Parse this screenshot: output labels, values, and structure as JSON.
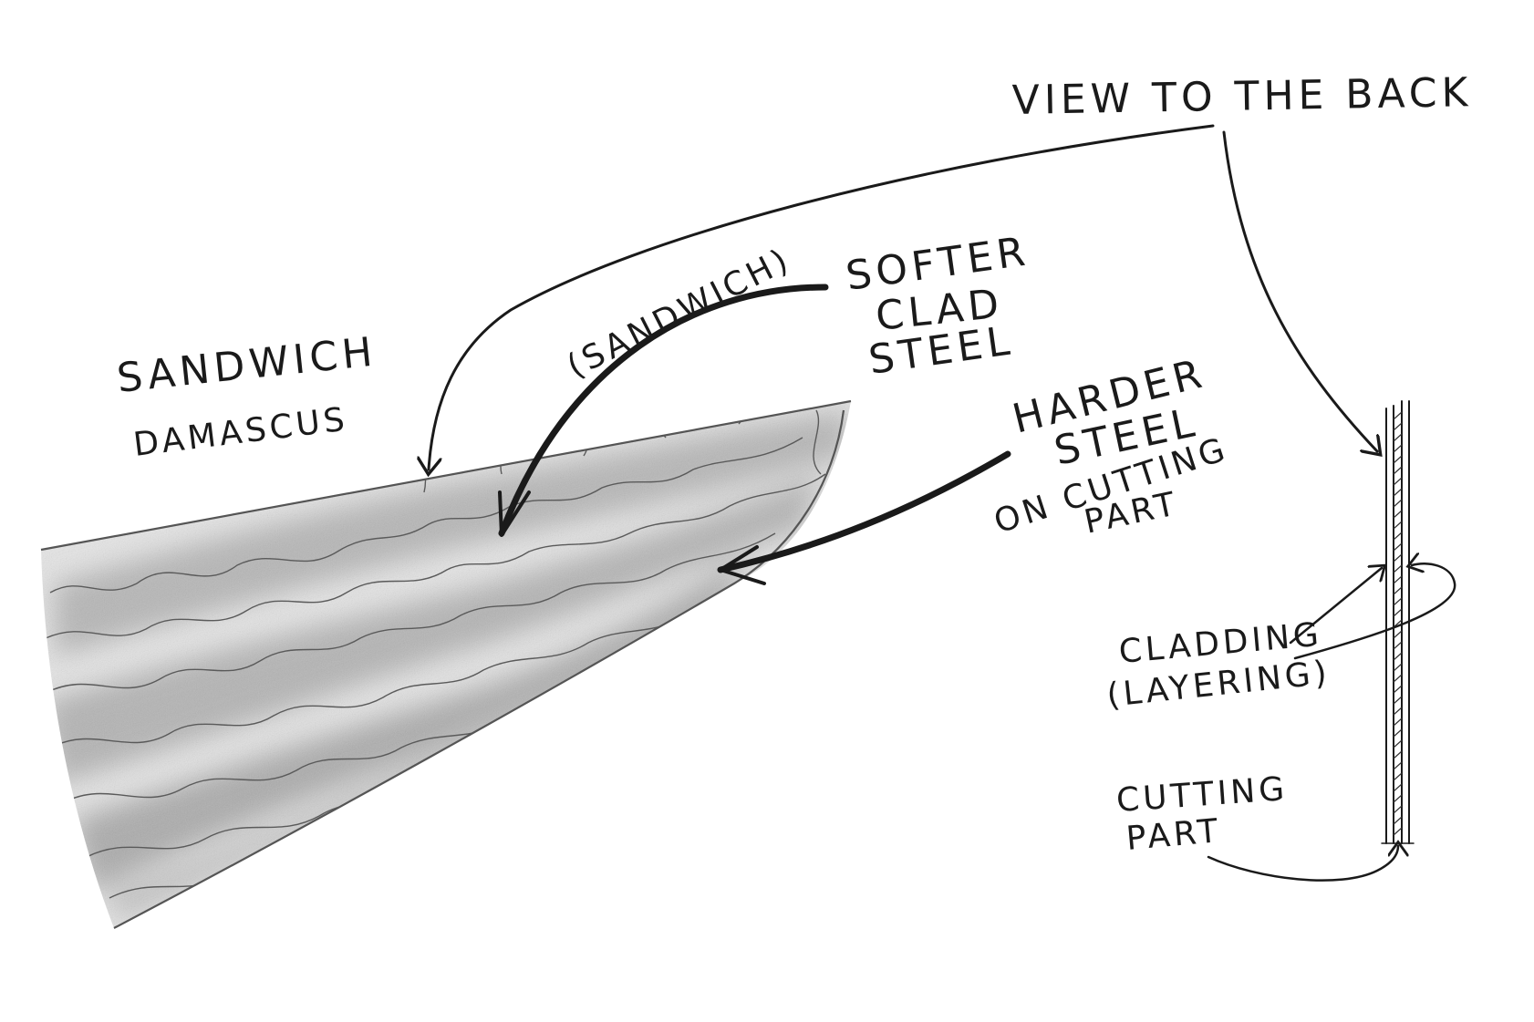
{
  "labels": {
    "sandwich_damascus": [
      "SANDWICH",
      "DAMASCUS"
    ],
    "sandwich_paren": "(SANDWICH)",
    "view_to_the_back": "VIEW TO THE BACK",
    "softer_clad_steel": [
      "SOFTER",
      "CLAD",
      "STEEL"
    ],
    "harder_steel": [
      "HARDER",
      "STEEL",
      "ON CUTTING",
      "PART"
    ],
    "cladding": [
      "CLADDING",
      "(LAYERING)"
    ],
    "cutting_part": [
      "CUTTING",
      "PART"
    ]
  },
  "colors": {
    "ink": "#1a1a1a",
    "pattern_dark": "#9a9a9a",
    "pattern_light": "#d0d0d0",
    "background": "#ffffff"
  }
}
